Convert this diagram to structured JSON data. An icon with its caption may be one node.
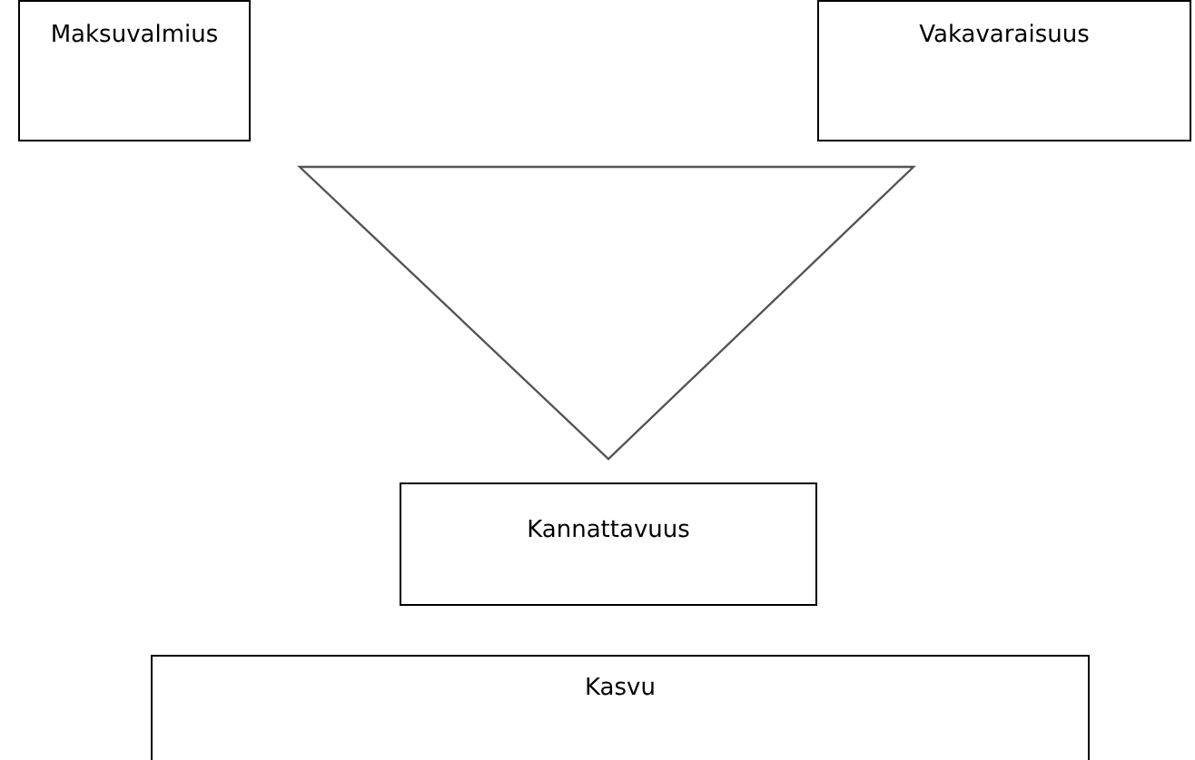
{
  "diagram": {
    "nodes": [
      {
        "text": [
          "Maksuvalmius"
        ]
      },
      {
        "text": [
          "Vakavaraisuus"
        ]
      },
      {
        "text": [
          "Kannattavuus"
        ]
      },
      {
        "text": [
          "Kasvu"
        ]
      }
    ]
  }
}
